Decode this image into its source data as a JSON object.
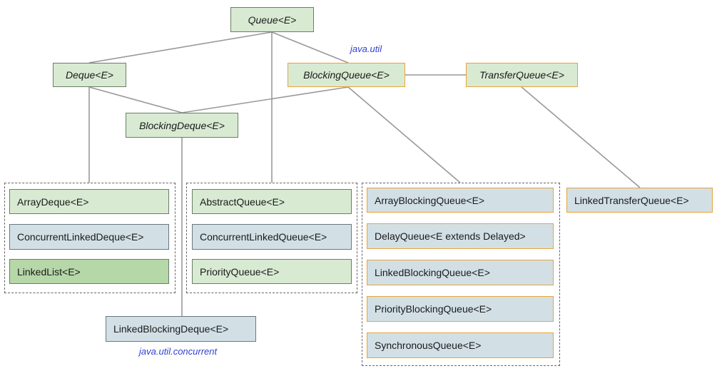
{
  "interfaces": {
    "queue": "Queue<E>",
    "deque": "Deque<E>",
    "blocking_queue": "BlockingQueue<E>",
    "transfer_queue": "TransferQueue<E>",
    "blocking_deque": "BlockingDeque<E>"
  },
  "packages": {
    "util": "java.util",
    "concurrent": "java.util.concurrent"
  },
  "deque_group": [
    "ArrayDeque<E>",
    "ConcurrentLinkedDeque<E>",
    "LinkedList<E>"
  ],
  "queue_group": [
    "AbstractQueue<E>",
    "ConcurrentLinkedQueue<E>",
    "PriorityQueue<E>"
  ],
  "blocking_group": [
    "ArrayBlockingQueue<E>",
    "DelayQueue<E extends Delayed>",
    "LinkedBlockingQueue<E>",
    "PriorityBlockingQueue<E>",
    "SynchronousQueue<E>"
  ],
  "standalone": {
    "linked_blocking_deque": "LinkedBlockingDeque<E>",
    "linked_transfer_queue": "LinkedTransferQueue<E>"
  },
  "colors": {
    "java_util_fill": "#d9ead3",
    "java_util_concurrent_fill": "#d2e0e6",
    "highlight_fill": "#b6d7a8",
    "concurrent_border": "#e8a33a",
    "package_label": "#2f3fd1",
    "edge": "#999999"
  }
}
